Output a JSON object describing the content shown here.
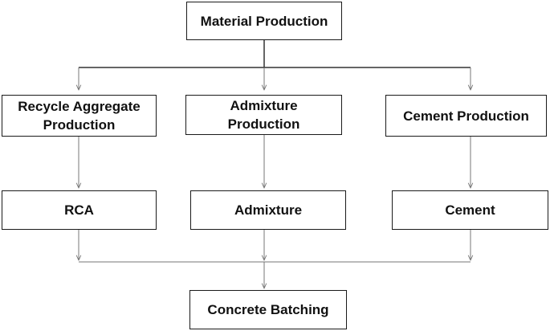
{
  "diagram": {
    "top": {
      "label": "Material Production"
    },
    "processes": [
      {
        "label_lines": [
          "Recycle Aggregate",
          "Production"
        ]
      },
      {
        "label_lines": [
          "Admixture",
          "Production"
        ]
      },
      {
        "label_lines": [
          "Cement Production"
        ]
      }
    ],
    "materials": [
      {
        "label": "RCA"
      },
      {
        "label": "Admixture"
      },
      {
        "label": "Cement"
      }
    ],
    "bottom": {
      "label": "Concrete Batching"
    },
    "colors": {
      "box_border": "#1a1a1a",
      "connector": "#777777",
      "text": "#111111",
      "background": "#ffffff"
    }
  }
}
